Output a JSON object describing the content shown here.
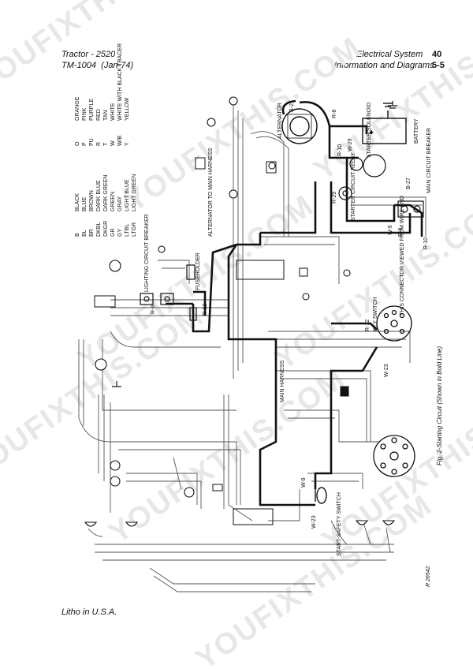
{
  "header": {
    "model": "Tractor - 2520",
    "manual": "TM-1004",
    "date": "(Jan-74)",
    "section": "Electrical System",
    "subsection": "Information and Diagrams",
    "page_number": "40",
    "page_ref": "5-5"
  },
  "legend": [
    {
      "code": "B",
      "name": "BLACK"
    },
    {
      "code": "BL",
      "name": "BLUE"
    },
    {
      "code": "BR",
      "name": "BROWN"
    },
    {
      "code": "DKBL",
      "name": "DARK BLUE"
    },
    {
      "code": "DKGR",
      "name": "DARK GREEN"
    },
    {
      "code": "GR",
      "name": "GREEN"
    },
    {
      "code": "GY",
      "name": "GRAY"
    },
    {
      "code": "LTBL",
      "name": "LIGHT BLUE"
    },
    {
      "code": "LTGR",
      "name": "LIGHT GREEN"
    },
    {
      "code": "O",
      "name": "ORANGE"
    },
    {
      "code": "P",
      "name": "PINK"
    },
    {
      "code": "PU",
      "name": "PURPLE"
    },
    {
      "code": "R",
      "name": "RED"
    },
    {
      "code": "T",
      "name": "TAN"
    },
    {
      "code": "W",
      "name": "WHITE"
    },
    {
      "code": "W/B",
      "name": "WHITE WITH BLACK TRACER"
    },
    {
      "code": "Y",
      "name": "YELLOW"
    }
  ],
  "labels": {
    "alternator": "ALTERNATOR",
    "battery": "BATTERY",
    "starter_solenoid": "STARTER SOLENOID",
    "starter_circuit_relay": "STARTER CIRCUIT RELAY",
    "main_circuit_breaker": "MAIN CIRCUIT BREAKER",
    "alternator_to_main_harness": "ALTERNATOR TO MAIN HARNESS",
    "lighting_circuit_breaker": "LIGHTING CIRCUIT BREAKER",
    "fuseholder": "FUSEHOLDER",
    "connector_view": "THIS CONNECTOR VIEWED FROM WIRE END",
    "key_switch": "KEY SWITCH",
    "main_harness": "MAIN HARNESS",
    "start_safety_switch": "START-SAFETY SWITCH"
  },
  "wire_labels": {
    "r8_top": "R-8",
    "b27_top": "B-27",
    "r10_top": "R-10",
    "w29": "W-29",
    "r29": "R-29",
    "w9_relay": "W-9",
    "r8_relay": "R-8",
    "b27_breaker": "B-27",
    "r10_breaker": "R-10",
    "r8_lcb": "R-8",
    "r12_fuse": "R-12",
    "r12_key": "R-12",
    "w23_key": "W-23",
    "w9_safety": "W-9",
    "w23_safety": "W-23"
  },
  "caption": "Fig. 2-Starting Circuit (Shown in Bold Line)",
  "figure_id": "R 26542",
  "footer": "Litho in U.S.A.",
  "watermark": "YOUFIXTHIS.COM",
  "colors": {
    "ink": "#111111",
    "watermark": "#e7e7e7"
  }
}
